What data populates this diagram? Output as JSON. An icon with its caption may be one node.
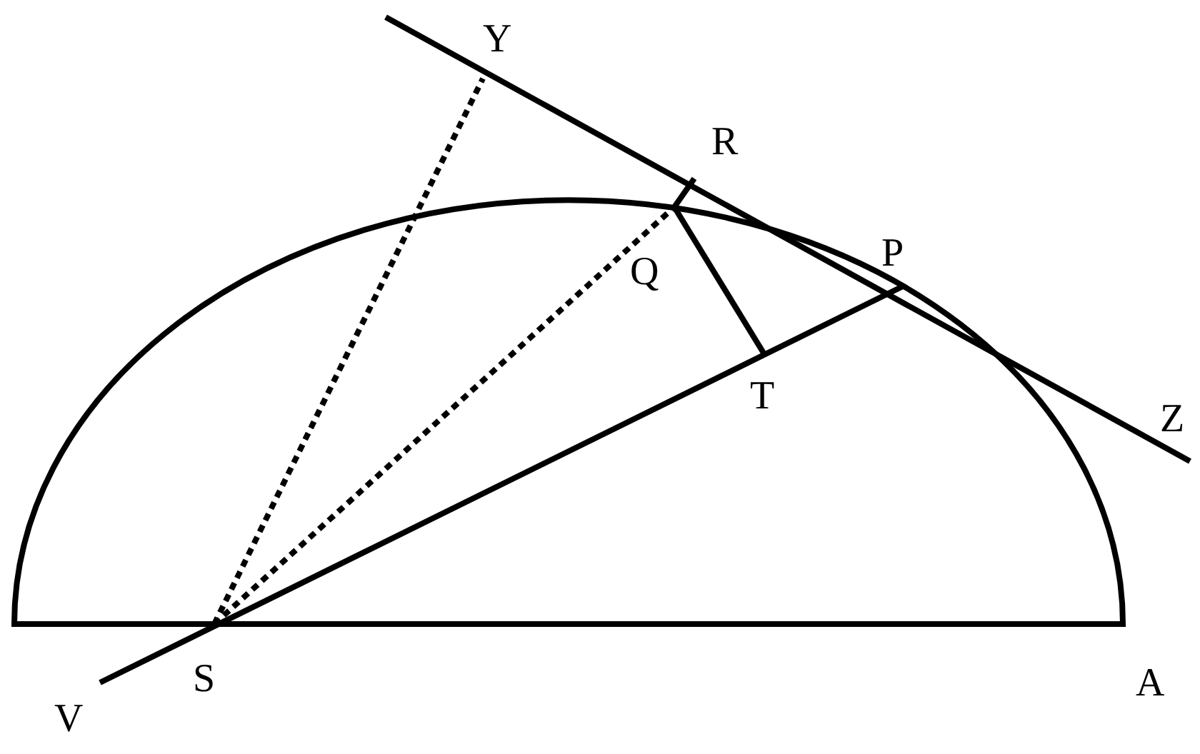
{
  "diagram": {
    "labels": [
      "Y",
      "R",
      "P",
      "Q",
      "Z",
      "T",
      "A",
      "V",
      "S"
    ]
  }
}
